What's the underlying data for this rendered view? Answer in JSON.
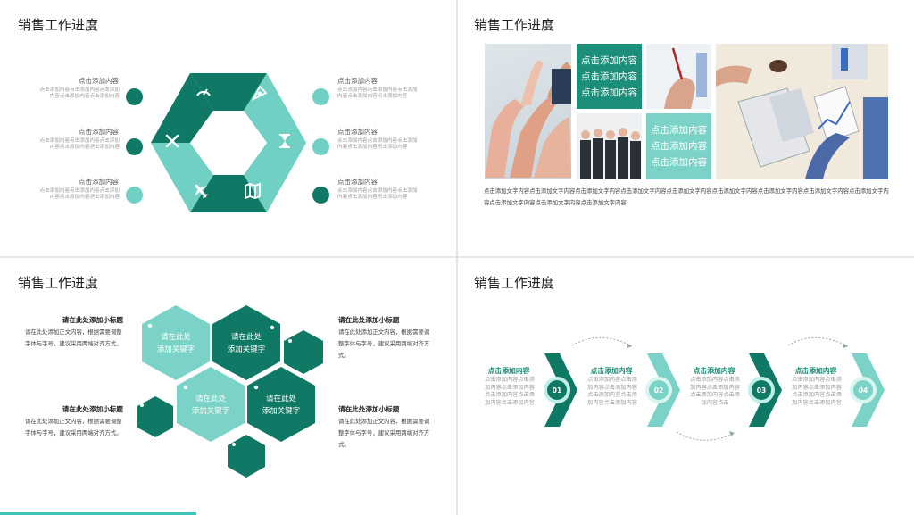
{
  "colors": {
    "dark_teal": "#0f7966",
    "light_teal": "#6fd0c3",
    "mid_teal": "#1b8f7a"
  },
  "slide1": {
    "title": "销售工作进度",
    "icons": [
      "gauge-icon",
      "pen-nib-icon",
      "hourglass-icon",
      "map-icon",
      "airplane-icon",
      "tools-icon"
    ],
    "left_items": [
      {
        "label": "点击添加内容",
        "text": "点击添加内容点击添加内容点击添加内容点击添加内容点击添加内容",
        "dot": "dark"
      },
      {
        "label": "点击添加内容",
        "text": "点击添加内容点击添加内容点击添加内容点击添加内容点击添加内容",
        "dot": "dark"
      },
      {
        "label": "点击添加内容",
        "text": "点击添加内容点击添加内容点击添加内容点击添加内容点击添加内容",
        "dot": "light"
      }
    ],
    "right_items": [
      {
        "label": "点击添加内容",
        "text": "点击添加内容点击添加内容点击添加内容点击添加内容点击添加内容",
        "dot": "light"
      },
      {
        "label": "点击添加内容",
        "text": "点击添加内容点击添加内容点击添加内容点击添加内容点击添加内容",
        "dot": "light"
      },
      {
        "label": "点击添加内容",
        "text": "点击添加内容点击添加内容点击添加内容点击添加内容点击添加内容",
        "dot": "dark"
      }
    ]
  },
  "slide2": {
    "title": "销售工作进度",
    "box1": [
      "点击添加内容",
      "点击添加内容",
      "点击添加内容"
    ],
    "box2": [
      "点击添加内容",
      "点击添加内容",
      "点击添加内容"
    ],
    "paragraph": "点击添加文字内容点击添加文字内容点击添加文字内容点击添加文字内容点击添加文字内容点击添加文字内容点击添加文字内容点击添加文字内容点击添加文字内容点击添加文字内容点击添加文字内容点击添加文字内容"
  },
  "slide3": {
    "title": "销售工作进度",
    "hex_line1": "请在此处",
    "hex_line2": "添加关键字",
    "blocks": [
      {
        "title": "请在此处添加小标题",
        "text": "请在此处添加正文内容，根据需要调整字体与字号，建议采用两端对齐方式。"
      },
      {
        "title": "请在此处添加小标题",
        "text": "请在此处添加正文内容，根据需要调整字体与字号，建议采用两端对齐方式。"
      },
      {
        "title": "请在此处添加小标题",
        "text": "请在此处添加正文内容，根据需要调整字体与字号，建议采用两端对齐方式。"
      },
      {
        "title": "请在此处添加小标题",
        "text": "请在此处添加正文内容，根据需要调整字体与字号，建议采用两端对齐方式。"
      }
    ]
  },
  "slide4": {
    "title": "销售工作进度",
    "steps": [
      {
        "num": "01",
        "title": "点击添加内容",
        "text": "点击添加内容点击添加内容点击添加内容点击添加内容点击添加内容点击添加内容"
      },
      {
        "num": "02",
        "title": "点击添加内容",
        "text": "点击添加内容点击添加内容点击添加内容点击添加内容点击添加内容点击添加内容"
      },
      {
        "num": "03",
        "title": "点击添加内容",
        "text": "点击添加内容点击添加内容点击添加内容点击添加内容点击添加内容点击"
      },
      {
        "num": "04",
        "title": "点击添加内容",
        "text": "点击添加内容点击添加内容点击添加内容点击添加内容点击添加内容点击添加内容"
      }
    ]
  }
}
